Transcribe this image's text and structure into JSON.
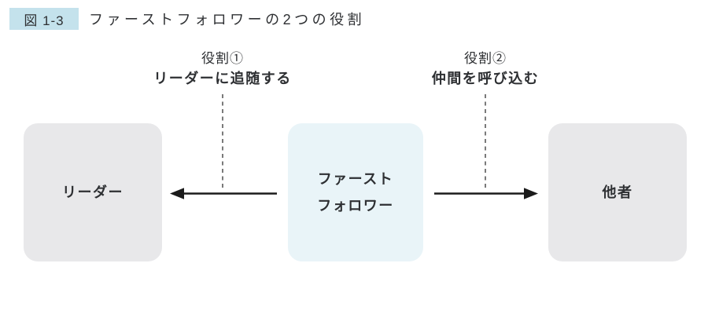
{
  "figure": {
    "badge": "図 1-3",
    "title": "ファーストフォロワーの2つの役割"
  },
  "roles": [
    {
      "tag": "役割①",
      "label": "リーダーに追随する"
    },
    {
      "tag": "役割②",
      "label": "仲間を呼び込む"
    }
  ],
  "boxes": {
    "leader": "リーダー",
    "first_follower_line1": "ファースト",
    "first_follower_line2": "フォロワー",
    "others": "他者"
  },
  "colors": {
    "badge_bg": "#c4e2ec",
    "center_box_bg": "#e9f4f8",
    "side_box_bg": "#e8e8ea",
    "text": "#2e3033",
    "arrow": "#1b1b1b",
    "dash": "#6b6b6b"
  }
}
